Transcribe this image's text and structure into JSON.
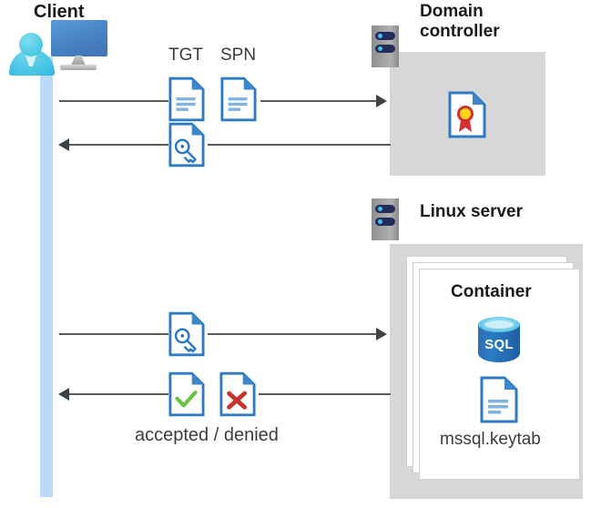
{
  "diagram": {
    "title_visible": false,
    "colors": {
      "panel_gray": "#d7d7d7",
      "rack_gray": "#9e9e9e",
      "rack_bar_navy": "#222d5c",
      "rack_dot_cyan": "#3fc3ef",
      "lifeline_blue": "#bcd9f8",
      "doc_border_blue": "#2e7ac4",
      "doc_fold_blue": "#3d86cc",
      "doc_line_blue": "#7fb3e0",
      "line_gray": "#555b60",
      "arrow_gray": "#3c4246",
      "check_green": "#6cc24a",
      "cross_red": "#c8342b",
      "cert_yellow": "#ffd21e",
      "cert_red": "#d32f2f",
      "sql_blue": "#2a7bc4",
      "sql_top_cyan": "#6ecbe9",
      "monitor_blue": "#4a86c8",
      "person_cyan": "#35bfe0",
      "text_dark": "#1a1a1a",
      "text_body": "#3c3c3c"
    }
  },
  "actors": {
    "client": {
      "label": "Client",
      "icon": "user-workstation-icon"
    },
    "domain_controller": {
      "label": "Domain\ncontroller",
      "rack_icon": "server-rack-icon",
      "contents": [
        {
          "icon": "certificate-document-icon",
          "label": ""
        }
      ]
    },
    "linux_server": {
      "label": "Linux server",
      "rack_icon": "server-rack-icon",
      "container": {
        "label": "Container",
        "stack_count": 3,
        "contents": [
          {
            "icon": "sql-database-icon",
            "label": "SQL"
          },
          {
            "icon": "keytab-document-icon",
            "label": "mssql.keytab"
          }
        ]
      }
    }
  },
  "messages": [
    {
      "id": "msg-tgt-spn-request",
      "direction": "right",
      "from": "client",
      "to": "domain_controller",
      "artifacts": [
        {
          "label": "TGT",
          "icon": "document-icon"
        },
        {
          "label": "SPN",
          "icon": "document-icon"
        }
      ]
    },
    {
      "id": "msg-service-ticket-response",
      "direction": "left",
      "from": "domain_controller",
      "to": "client",
      "artifacts": [
        {
          "label": "",
          "icon": "key-document-icon"
        }
      ]
    },
    {
      "id": "msg-ticket-presented",
      "direction": "right",
      "from": "client",
      "to": "linux_server",
      "artifacts": [
        {
          "label": "",
          "icon": "key-document-icon"
        }
      ]
    },
    {
      "id": "msg-auth-result",
      "direction": "left",
      "from": "linux_server",
      "to": "client",
      "caption": "accepted / denied",
      "artifacts": [
        {
          "label": "",
          "icon": "check-document-icon"
        },
        {
          "label": "",
          "icon": "cross-document-icon"
        }
      ]
    }
  ]
}
